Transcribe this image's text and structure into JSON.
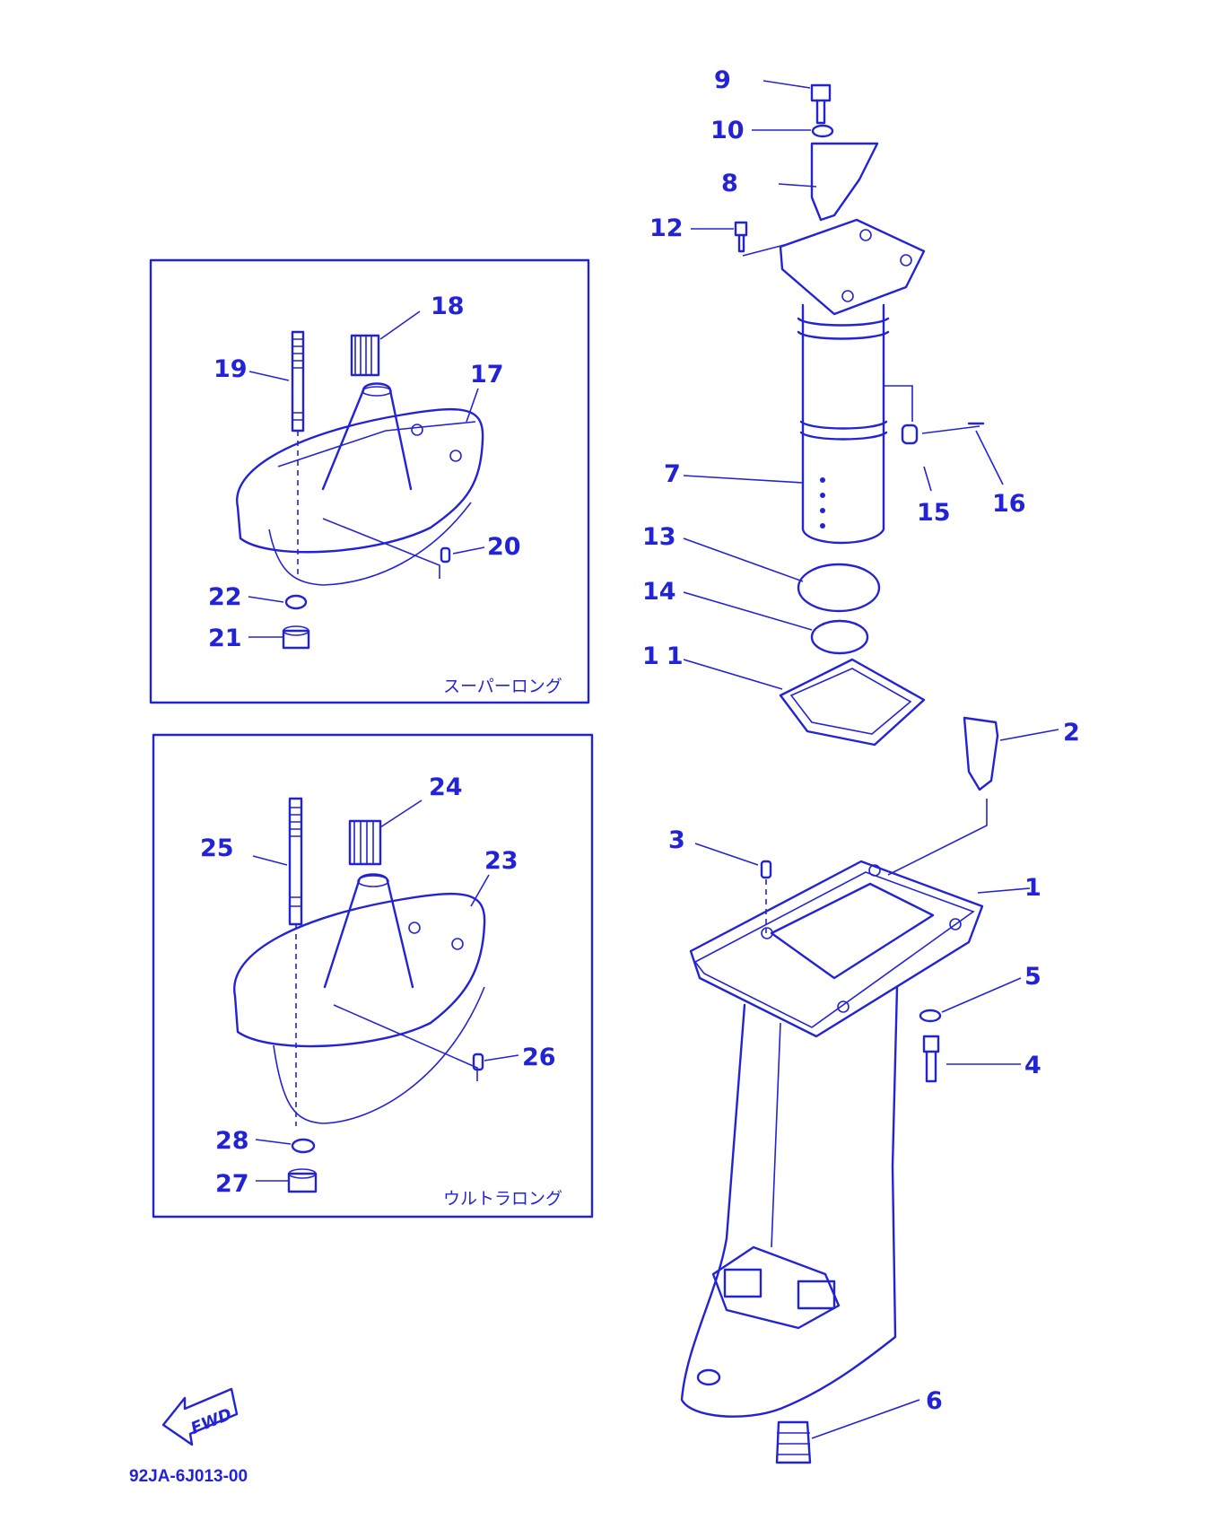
{
  "callouts": {
    "c1": "1",
    "c2": "2",
    "c3": "3",
    "c4": "4",
    "c5": "5",
    "c6": "6",
    "c7": "7",
    "c8": "8",
    "c9": "9",
    "c10": "10",
    "c11": "11",
    "c12": "12",
    "c13": "13",
    "c14": "14",
    "c15": "15",
    "c16": "16",
    "c17": "17",
    "c18": "18",
    "c19": "19",
    "c20": "20",
    "c21": "21",
    "c22": "22",
    "c23": "23",
    "c24": "24",
    "c25": "25",
    "c26": "26",
    "c27": "27",
    "c28": "28"
  },
  "insets": {
    "super_long_label": "スーパーロング",
    "ultra_long_label": "ウルトラロング"
  },
  "fwd_label": "FWD",
  "drawing_code": "92JA-6J013-00",
  "colors": {
    "ink": "#2323d6",
    "paper": "#ffffff"
  }
}
